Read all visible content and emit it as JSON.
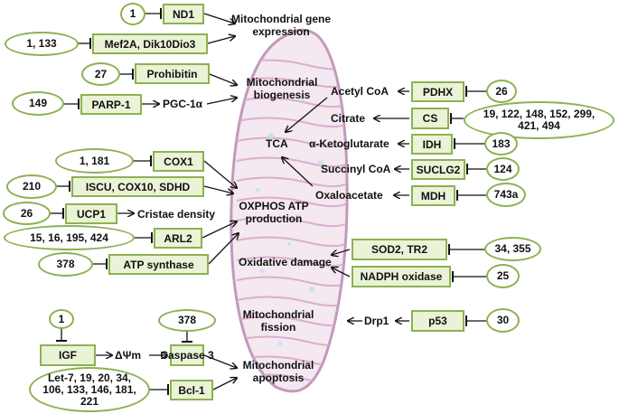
{
  "regulators": {
    "nd1": {
      "mirna": "1",
      "target": "ND1"
    },
    "mef2a": {
      "mirna": "1, 133",
      "target": "Mef2A, Dik10Dio3"
    },
    "prohibitin": {
      "mirna": "27",
      "target": "Prohibitin"
    },
    "parp1": {
      "mirna": "149",
      "target": "PARP-1",
      "product": "PGC-1α"
    },
    "cox1": {
      "mirna": "1, 181",
      "target": "COX1"
    },
    "iscu": {
      "mirna": "210",
      "target": "ISCU, COX10, SDHD"
    },
    "ucp1": {
      "mirna": "26",
      "target": "UCP1",
      "product": "Cristae density"
    },
    "arl2": {
      "mirna": "15, 16, 195, 424",
      "target": "ARL2"
    },
    "atp_synthase": {
      "mirna": "378",
      "target": "ATP synthase"
    },
    "pdhx": {
      "target": "PDHX",
      "mirna": "26",
      "metabolite": "Acetyl CoA"
    },
    "cs": {
      "target": "CS",
      "mirna": "19, 122, 148, 152, 299, 421, 494",
      "metabolite": "Citrate"
    },
    "idh": {
      "target": "IDH",
      "mirna": "183",
      "metabolite": "α-Ketoglutarate"
    },
    "suclg2": {
      "target": "SUCLG2",
      "mirna": "124",
      "metabolite": "Succinyl CoA"
    },
    "mdh": {
      "target": "MDH",
      "mirna": "743a",
      "metabolite": "Oxaloacetate"
    },
    "sod2": {
      "target": "SOD2, TR2",
      "mirna": "34, 355"
    },
    "nadph": {
      "target": "NADPH oxidase",
      "mirna": "25"
    },
    "p53": {
      "target": "p53",
      "mirna": "30",
      "product": "Drp1"
    },
    "igf": {
      "mirna": "1",
      "target": "IGF",
      "product": "ΔΨm"
    },
    "caspase3": {
      "mirna": "378",
      "target": "Caspase 3"
    },
    "bcl1": {
      "mirna": "Let-7, 19, 20, 34, 106, 133, 146, 181, 221",
      "target": "Bcl-1"
    }
  },
  "processes": {
    "gene_expression": "Mitochondrial gene expression",
    "biogenesis": "Mitochondrial biogenesis",
    "tca": "TCA",
    "oxphos": "OXPHOS ATP production",
    "oxidative_damage": "Oxidative damage",
    "fission": "Mitochondrial fission",
    "apoptosis": "Mitochondrial apoptosis"
  },
  "colors": {
    "border": "#8db152",
    "box_fill": "#eaf3d6",
    "membrane": "#c9a6c4",
    "matrix": "#f3e6f0"
  }
}
